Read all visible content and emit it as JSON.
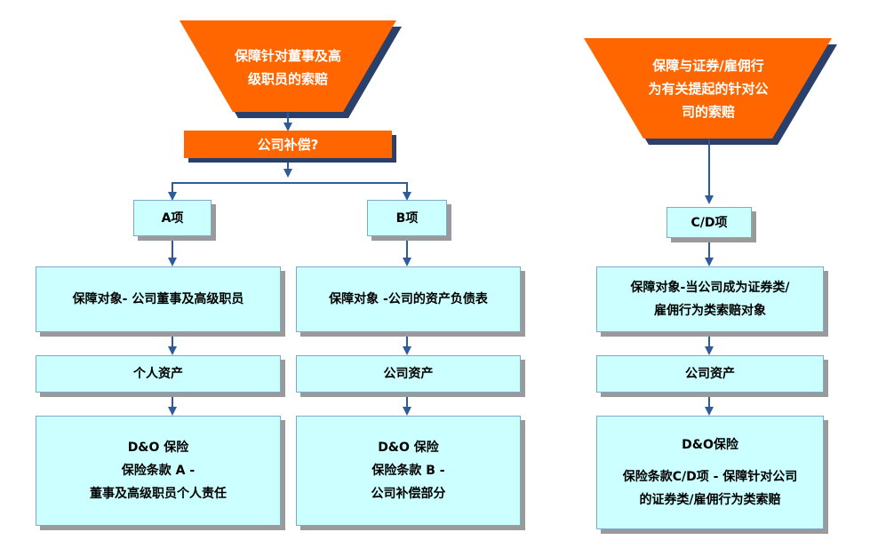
{
  "left_flow": {
    "funnel_lines": [
      "保障针对董事及高",
      "级职员的索赔"
    ],
    "question": "公司补偿?",
    "branch_a": {
      "label": "A项",
      "coverage": "保障对象- 公司董事及高级职员",
      "asset": "个人资产",
      "policy_lines": [
        "D&O 保险",
        "保险条款 A -",
        "董事及高级职员个人责任"
      ]
    },
    "branch_b": {
      "label": "B项",
      "coverage": "保障对象 -公司的资产负债表",
      "asset": "公司资产",
      "policy_lines": [
        "D&O 保险",
        "保险条款 B -",
        "公司补偿部分"
      ]
    }
  },
  "right_flow": {
    "funnel_lines": [
      "保障与证券/雇佣行",
      "为有关提起的针对公",
      "司的索赔"
    ],
    "label": "C/D项",
    "coverage_lines": [
      "保障对象-当公司成为证券类/",
      "雇佣行为类索赔对象"
    ],
    "asset": "公司资产",
    "policy_title": "D&O保险",
    "policy_lines": [
      "保险条款C/D项 - 保障针对公司",
      "的证券类/雇佣行为类索赔"
    ]
  },
  "colors": {
    "orange": "#ff6600",
    "box_fill": "#ccffff",
    "arrow": "#2e5c9a",
    "shadow_dark": "#2b3f6b",
    "shadow_gray": "#9a9a9a"
  }
}
